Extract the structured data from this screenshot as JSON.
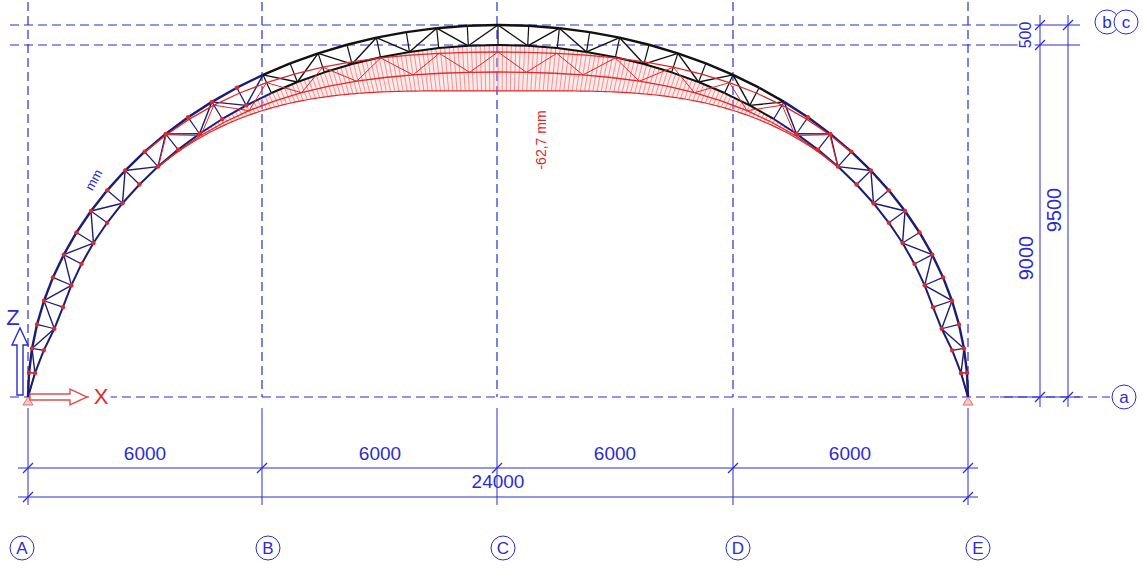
{
  "diagram": {
    "nodes": [
      {
        "text": [
          "b"
        ]
      },
      {
        "text": [
          "c"
        ]
      },
      {
        "text": [
          "a"
        ]
      },
      {
        "text": [
          "A"
        ]
      },
      {
        "text": [
          "B"
        ]
      },
      {
        "text": [
          "C"
        ]
      },
      {
        "text": [
          "D"
        ]
      },
      {
        "text": [
          "E"
        ]
      }
    ],
    "labels": [
      "500",
      "9000",
      "9500",
      "mm",
      "-62,7 mm",
      "Z",
      "X",
      "6000",
      "6000",
      "6000",
      "6000",
      "24000"
    ]
  }
}
